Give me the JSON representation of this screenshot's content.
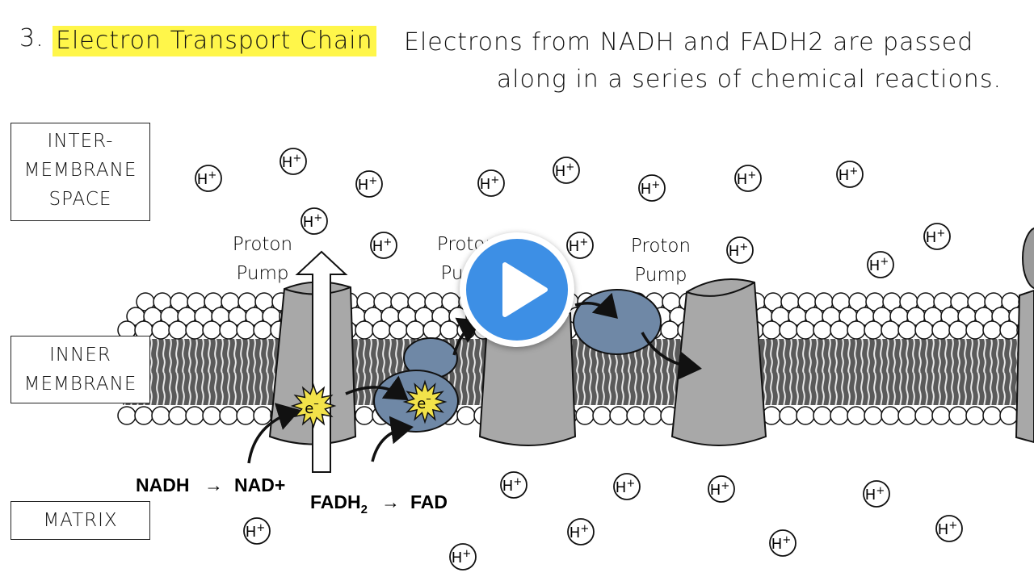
{
  "header": {
    "number": "3.",
    "highlight": "Electron Transport Chain",
    "desc_line1": "Electrons from NADH and FADH2 are passed",
    "desc_line2": "along in a series of chemical reactions."
  },
  "regions": {
    "intermembrane": [
      "INTER-",
      "MEMBRANE",
      "SPACE"
    ],
    "inner_membrane": [
      "INNER",
      "MEMBRANE"
    ],
    "matrix": [
      "MATRIX"
    ]
  },
  "labels": {
    "pump1": [
      "Proton",
      "Pump"
    ],
    "pump2": [
      "Proton",
      "Pump"
    ],
    "pump3": [
      "Proton",
      "Pump"
    ],
    "electron": "e",
    "electron_sup": "–",
    "ion_text": "H",
    "ion_sup": "+",
    "nadh": "NADH",
    "nad": "NAD+",
    "fadh": "FADH",
    "fadh_sub": "2",
    "fad": "FAD",
    "arrow_glyph": "→"
  },
  "colors": {
    "highlight": "#fff64a",
    "protein": "#a8a8a8",
    "carrier": "#6f88a6",
    "starburst": "#f2e24a",
    "play": "#3d8fe5"
  },
  "player": {
    "icon": "play-icon"
  }
}
